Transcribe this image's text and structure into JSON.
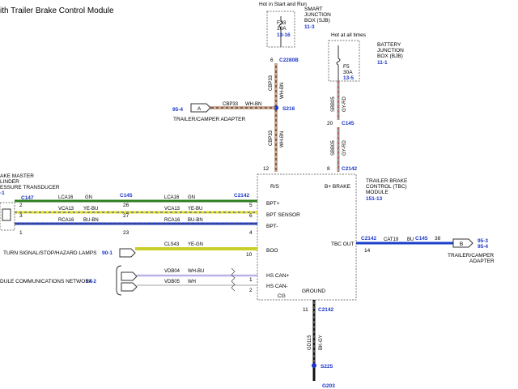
{
  "title": "ith Trailer Brake Control Module",
  "sjb": {
    "header": "Hot in Start and Run",
    "name_lines": [
      "SMART",
      "JUNCTION",
      "BOX (SJB)"
    ],
    "ref": "11-3",
    "fuse_id": "F33",
    "fuse_amp": "10A",
    "fuse_ref": "13-16",
    "pin": "6",
    "connector": "C2280B"
  },
  "bjb": {
    "header": "Hot at all times",
    "name_lines": [
      "BATTERY",
      "JUNCTION",
      "BOX (BJB)"
    ],
    "ref": "11-1",
    "fuse_id": "F5",
    "fuse_amp": "30A",
    "fuse_ref": "13-5",
    "pin": "20",
    "connector": "C145"
  },
  "left_wire": {
    "circuit": "CBP33",
    "color": "WH-BN",
    "splice": "S216",
    "connector_letter": "A",
    "dest": "TRAILER/CAMPER ADAPTER",
    "ref": "95-4"
  },
  "right_wire": {
    "circuit": "SBB05",
    "color": "GY-RD",
    "pin": "8",
    "connector": "C2142"
  },
  "left_module": {
    "name_lines": [
      "AKE MASTER",
      "LINDER",
      "ESSURE TRANSDUCER"
    ],
    "ref": "-1",
    "connector": "C147",
    "pins": [
      "2",
      "3",
      "1"
    ]
  },
  "mid_connector": {
    "name": "C145",
    "pins": [
      "26",
      "27",
      "23"
    ]
  },
  "tbc": {
    "name_lines": [
      "TRAILER BRAKE",
      "CONTROL (TBC)",
      "MODULE"
    ],
    "ref": "151-13",
    "top_pin": "12",
    "top_pin_right": "8",
    "connector": "C2142",
    "label_rs": "R/S",
    "label_bplus": "B+ BRAKE",
    "label_bpt_plus": "BPT+",
    "label_bpt_sensor": "BPT SENSOR",
    "label_bpt_minus": "BPT-",
    "label_boo": "BOO",
    "label_tbc_out": "TBC OUT",
    "label_hs_can_plus": "HS CAN+",
    "label_hs_can_minus": "HS CAN-",
    "label_ground": "GROUND",
    "label_cg": "CG"
  },
  "sensor_wires": [
    {
      "circuit": "LCA16",
      "color": "GN",
      "pin_c145": "26",
      "pin_tbc": "5"
    },
    {
      "circuit": "VCA13",
      "color": "YE-BU",
      "pin_c145": "27",
      "pin_tbc": "6"
    },
    {
      "circuit": "RCA16",
      "color": "BU-BN",
      "pin_c145": "23",
      "pin_tbc": "4"
    }
  ],
  "boo_wire": {
    "label": "TURN SIGNAL/STOP/HAZARD LAMPS",
    "ref": "90-1",
    "circuit": "CLS43",
    "color": "YE-GN",
    "pin": "10"
  },
  "can_wires": {
    "label": "DULE COMMUNICATIONS NETWORK",
    "ref": "14-2",
    "wire1": {
      "circuit": "VDB04",
      "color": "WH-BU",
      "pin": "1"
    },
    "wire2": {
      "circuit": "VDB05",
      "color": "WH",
      "pin": "2"
    }
  },
  "tbc_out_wire": {
    "connector": "C2142",
    "pin": "14",
    "circuit": "CAT19",
    "color": "BU",
    "c145": "C145",
    "pin_c145": "38",
    "connector_letter": "B",
    "dest_lines": [
      "TRAILER/CAMPER",
      "ADAPTER"
    ],
    "refs": [
      "95-3",
      "95-4"
    ]
  },
  "ground_wire": {
    "pin": "11",
    "connector": "C2142",
    "circuit": "GD115",
    "color": "BK-GY",
    "splice": "S225",
    "ground": "G203"
  },
  "colors": {
    "blue_ref": "#1a35c8",
    "wire_green": "#2e7d1e",
    "wire_yellow": "#e4de2a",
    "wire_blue": "#1a3fc9",
    "wire_brown": "#8b4a2b",
    "wire_gray": "#9a9a9a",
    "wire_black": "#111111",
    "wire_white": "#ffffff"
  }
}
